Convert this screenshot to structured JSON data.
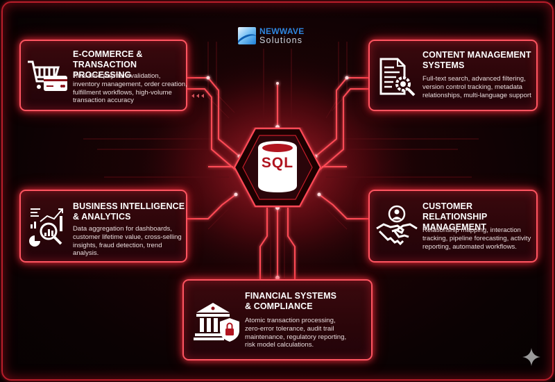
{
  "brand": {
    "name_top": "NEWWAVE",
    "name_bottom": "Solutions",
    "logo_icon": "wave-logo-icon",
    "colors": {
      "brand_blue": "#2f86df",
      "accent_red": "#ff3b4a",
      "background": "#0a0203"
    }
  },
  "hub": {
    "label": "SQL",
    "icon": "database-cylinder-icon"
  },
  "cards": {
    "ecommerce": {
      "title_line1": "E-COMMERCE &",
      "title_line2": "TRANSACTION PROCESSING",
      "desc_lines": [
        "Real-time payment validation,",
        "inventory management, order creation,",
        "fulfillment workflows, high-volume",
        "transaction accuracy"
      ],
      "icon": "shopping-cart-credit-card-icon"
    },
    "cms": {
      "title_line1": "CONTENT MANAGEMENT",
      "title_line2": "SYSTEMS",
      "desc_lines": [
        "Full-text search, advanced filtering,",
        "version control tracking, metadata",
        "relationships, multi-language support"
      ],
      "icon": "document-gear-search-icon"
    },
    "bi": {
      "title_line1": "BUSINESS INTELLIGENCE",
      "title_line2": "& ANALYTICS",
      "desc_lines": [
        "Data aggregation for dashboards,",
        "customer lifetime value, cross-selling",
        "insights, fraud detection, trend",
        "analysis."
      ],
      "icon": "analytics-chart-magnifier-icon"
    },
    "crm": {
      "title_line1": "CUSTOMER RELATIONSHIP",
      "title_line2": "MANAGEMENT",
      "desc_lines": [
        "Relationship mapping, interaction",
        "tracking, pipeline forecasting, activity",
        "reporting, automated workflows."
      ],
      "icon": "handshake-user-icon"
    },
    "finance": {
      "title_line1": "FINANCIAL SYSTEMS",
      "title_line2": "& COMPLIANCE",
      "desc_lines": [
        "Atomic transaction processing,",
        "zero-error tolerance, audit trail",
        "maintenance, regulatory reporting,",
        "risk model calculations."
      ],
      "icon": "bank-shield-lock-icon"
    }
  },
  "watermark": {
    "icon": "sparkle-icon"
  }
}
